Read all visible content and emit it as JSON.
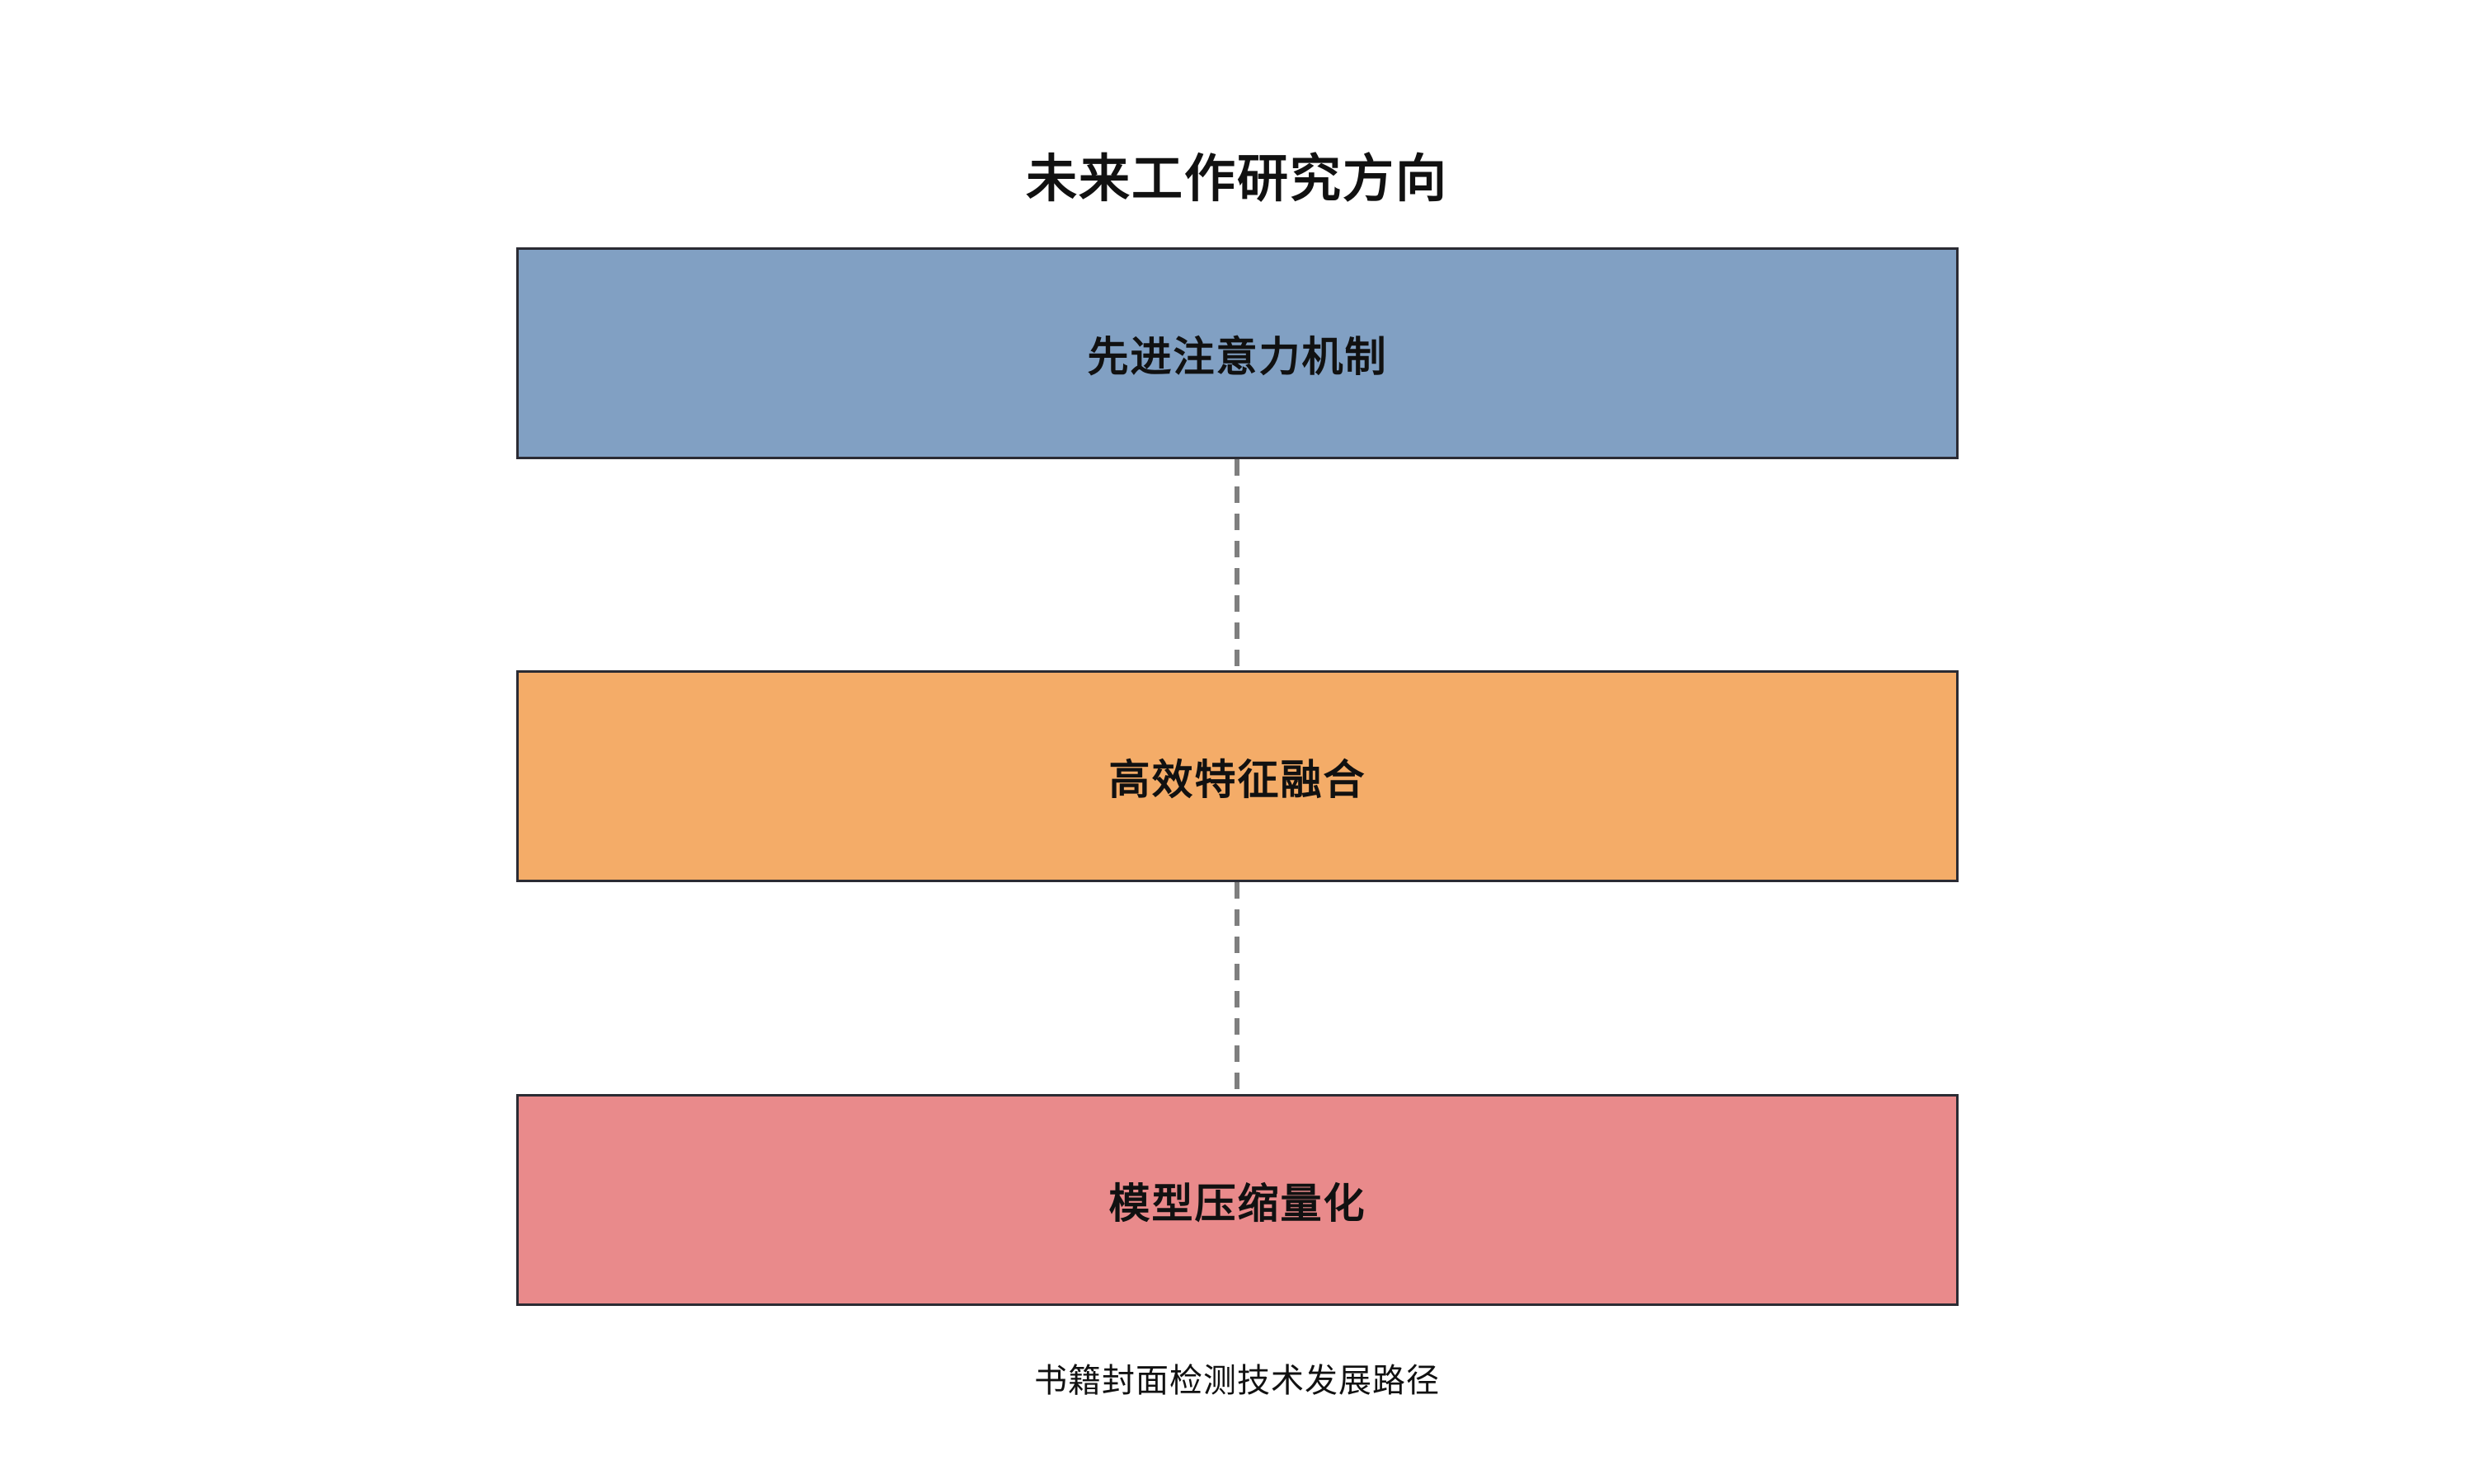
{
  "title": "未来工作研究方向",
  "caption": "书籍封面检测技术发展路径",
  "nodes": [
    {
      "id": "advanced-attention",
      "label": "先进注意力机制",
      "fill": "#81A0C3"
    },
    {
      "id": "efficient-fusion",
      "label": "高效特征融合",
      "fill": "#F4AC68"
    },
    {
      "id": "model-compression",
      "label": "模型压缩量化",
      "fill": "#E98A8B"
    }
  ],
  "style": {
    "background": "#ffffff",
    "node_border_color": "#2b2b33",
    "connector_color": "#7f7f7f",
    "connector_style": "dashed",
    "text_color": "#111111"
  },
  "chart_data": {
    "type": "flowchart",
    "direction": "top-down",
    "title": "未来工作研究方向",
    "caption": "书籍封面检测技术发展路径",
    "steps": [
      "先进注意力机制",
      "高效特征融合",
      "模型压缩量化"
    ],
    "edges": [
      {
        "from": "先进注意力机制",
        "to": "高效特征融合",
        "style": "dashed"
      },
      {
        "from": "高效特征融合",
        "to": "模型压缩量化",
        "style": "dashed"
      }
    ]
  }
}
